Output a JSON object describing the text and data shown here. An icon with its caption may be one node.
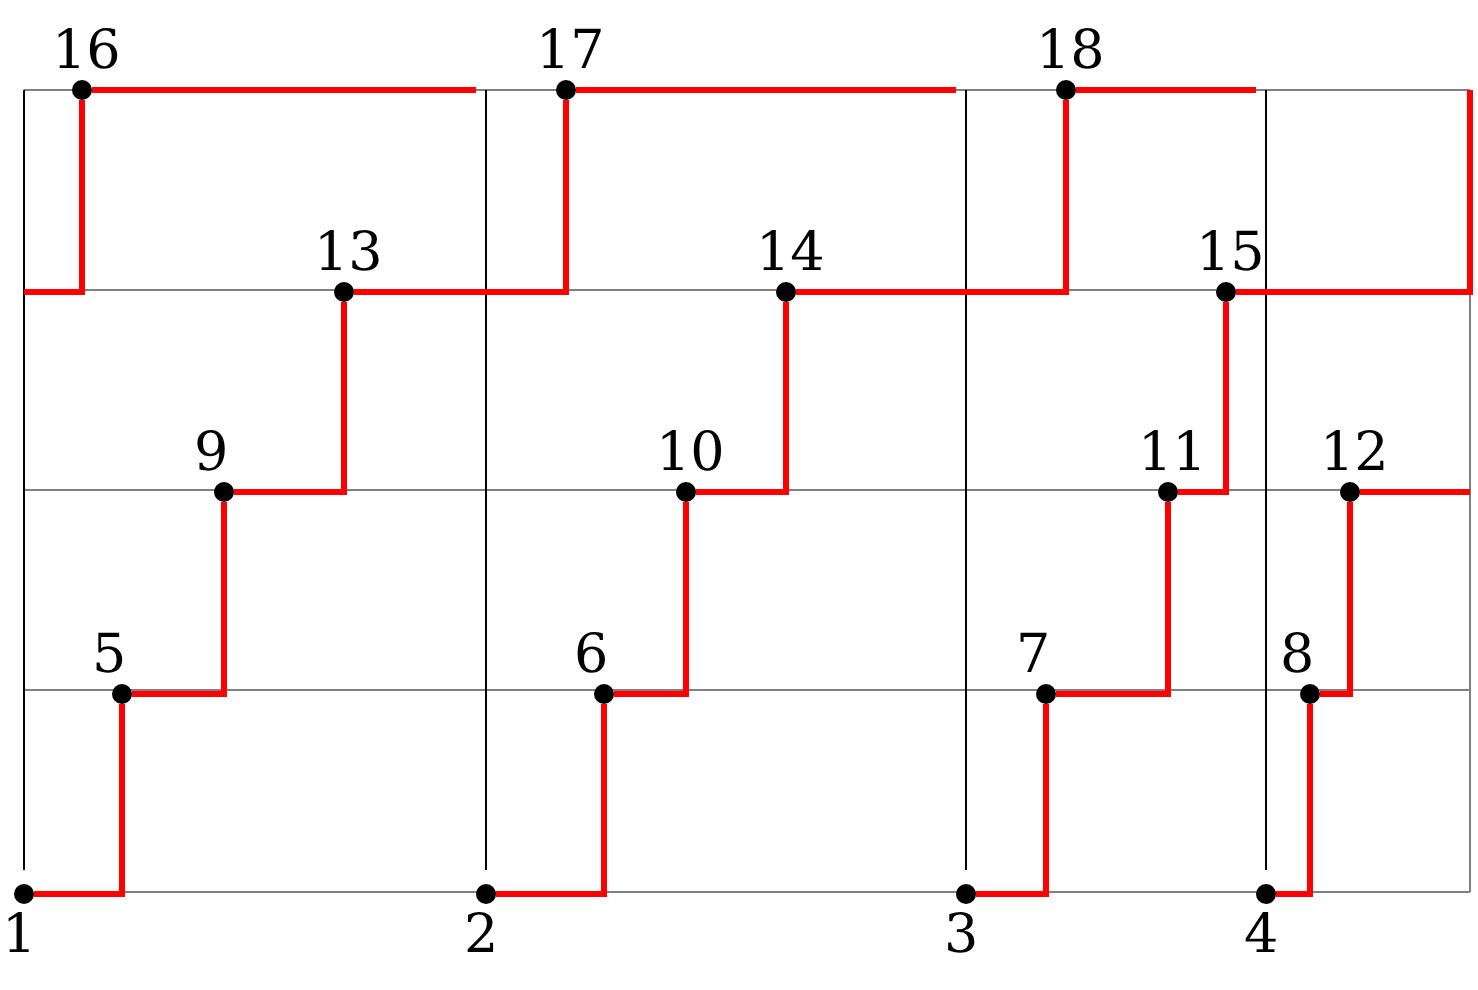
{
  "diagram": {
    "nodes": [
      {
        "text": [
          "1"
        ]
      },
      {
        "text": [
          "2"
        ]
      },
      {
        "text": [
          "3"
        ]
      },
      {
        "text": [
          "4"
        ]
      },
      {
        "text": [
          "5"
        ]
      },
      {
        "text": [
          "6"
        ]
      },
      {
        "text": [
          "7"
        ]
      },
      {
        "text": [
          "8"
        ]
      },
      {
        "text": [
          "9"
        ]
      },
      {
        "text": [
          "10"
        ]
      },
      {
        "text": [
          "11"
        ]
      },
      {
        "text": [
          "12"
        ]
      },
      {
        "text": [
          "13"
        ]
      },
      {
        "text": [
          "14"
        ]
      },
      {
        "text": [
          "15"
        ]
      },
      {
        "text": [
          "16"
        ]
      },
      {
        "text": [
          "17"
        ]
      },
      {
        "text": [
          "18"
        ]
      }
    ],
    "edges": [
      {
        "from": 0,
        "to": 4,
        "arrow": "none"
      },
      {
        "from": 4,
        "to": 8,
        "arrow": "none"
      },
      {
        "from": 8,
        "to": 12,
        "arrow": "none"
      },
      {
        "from": 12,
        "to": 16,
        "arrow": "none"
      },
      {
        "from": 16,
        "to": null,
        "arrow": "none"
      },
      {
        "from": 15,
        "to": null,
        "arrow": "none"
      },
      {
        "from": 15,
        "to": null,
        "arrow": "none"
      },
      {
        "from": 1,
        "to": 5,
        "arrow": "none"
      },
      {
        "from": 5,
        "to": 9,
        "arrow": "none"
      },
      {
        "from": 9,
        "to": 13,
        "arrow": "none"
      },
      {
        "from": 13,
        "to": 17,
        "arrow": "none"
      },
      {
        "from": 17,
        "to": null,
        "arrow": "none"
      },
      {
        "from": 2,
        "to": 6,
        "arrow": "none"
      },
      {
        "from": 6,
        "to": 10,
        "arrow": "none"
      },
      {
        "from": 10,
        "to": 14,
        "arrow": "none"
      },
      {
        "from": 14,
        "to": null,
        "arrow": "none"
      },
      {
        "from": 3,
        "to": 7,
        "arrow": "none"
      },
      {
        "from": 7,
        "to": 11,
        "arrow": "none"
      },
      {
        "from": 11,
        "to": null,
        "arrow": "none"
      }
    ]
  }
}
